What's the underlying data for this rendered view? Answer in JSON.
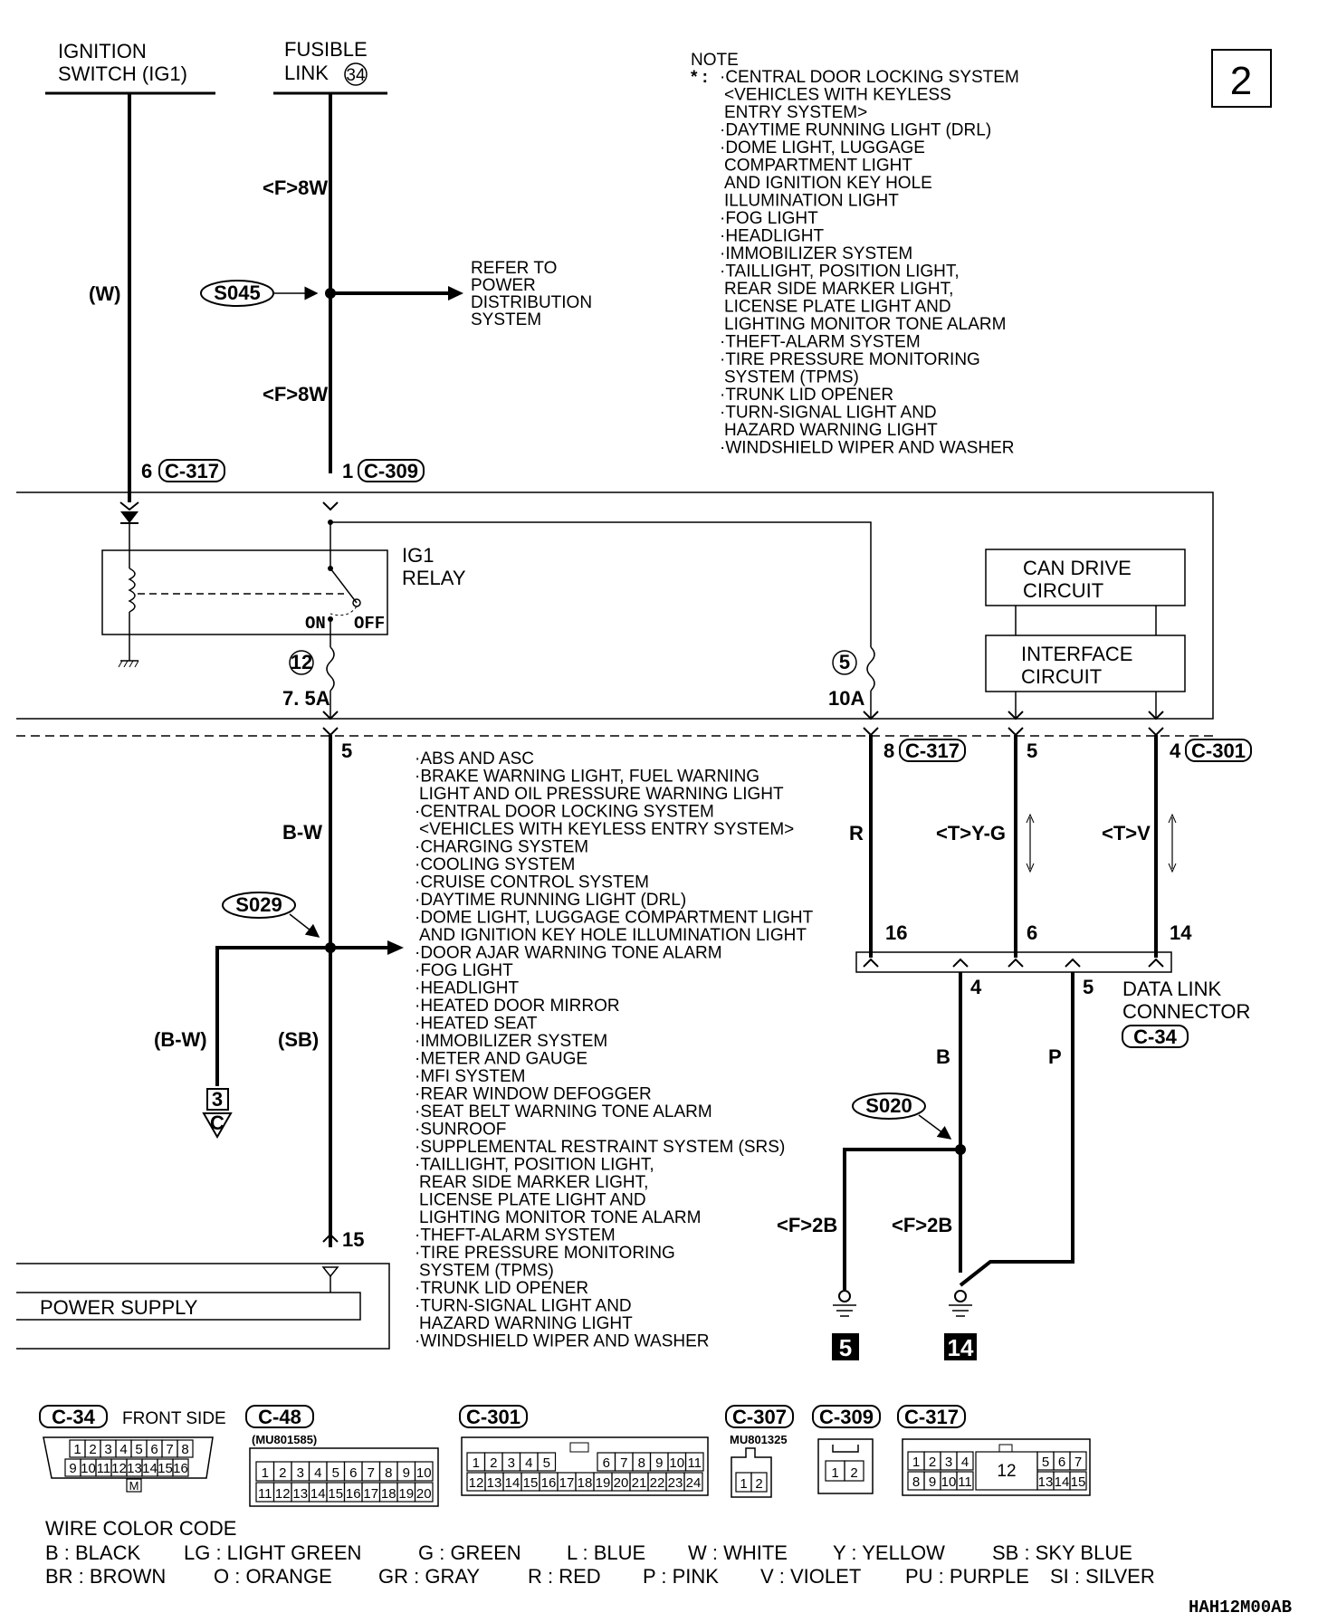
{
  "page_number": "2",
  "sources": {
    "ignition": [
      "IGNITION",
      "SWITCH (IG1)"
    ],
    "fusible": [
      "FUSIBLE",
      "LINK"
    ],
    "fusible_num": "34"
  },
  "wire_labels": {
    "w": "(W)",
    "f8w_top": "<F>8W",
    "f8w_bot": "<F>8W",
    "bw": "B-W",
    "bw_paren": "(B-W)",
    "sb": "(SB)",
    "r": "R",
    "tyg": "<T>Y-G",
    "tv": "<T>V",
    "b": "B",
    "p": "P",
    "f2b_left": "<F>2B",
    "f2b_right": "<F>2B"
  },
  "splices": {
    "s045": "S045",
    "s029": "S029",
    "s020": "S020"
  },
  "refer": [
    "REFER TO",
    "POWER",
    "DISTRIBUTION",
    "SYSTEM"
  ],
  "pins": {
    "p6": "6",
    "c317_a": "C-317",
    "p1": "1",
    "c309": "C-309",
    "p5a": "5",
    "p8": "8",
    "c317_b": "C-317",
    "p5b": "5",
    "p4": "4",
    "c301": "C-301",
    "p16": "16",
    "p6b": "6",
    "p14": "14",
    "p4b": "4",
    "p5c": "5",
    "p15": "15"
  },
  "relay": {
    "name": [
      "IG1",
      "RELAY"
    ],
    "on": "ON",
    "off": "OFF"
  },
  "fuses": {
    "f12": "12",
    "amp12": "7. 5A",
    "f5": "5",
    "amp5": "10A"
  },
  "circuits": {
    "can": [
      "CAN DRIVE",
      "CIRCUIT"
    ],
    "iface": [
      "INTERFACE",
      "CIRCUIT"
    ]
  },
  "dlc": [
    "DATA LINK",
    "CONNECTOR"
  ],
  "dlc_conn": "C-34",
  "ground": {
    "g5": "5",
    "g14": "14"
  },
  "connector_ref": {
    "num": "3",
    "letter": "C"
  },
  "power_supply": "POWER SUPPLY",
  "note": {
    "title": "NOTE",
    "star": "* :",
    "lines": [
      "·CENTRAL DOOR LOCKING SYSTEM",
      "  <VEHICLES WITH KEYLESS",
      "  ENTRY SYSTEM>",
      "·DAYTIME RUNNING LIGHT (DRL)",
      "·DOME LIGHT, LUGGAGE",
      "  COMPARTMENT LIGHT",
      "  AND IGNITION KEY HOLE",
      "  ILLUMINATION LIGHT",
      "·FOG LIGHT",
      "·HEADLIGHT",
      "·IMMOBILIZER SYSTEM",
      "·TAILLIGHT, POSITION LIGHT,",
      "  REAR SIDE MARKER LIGHT,",
      "  LICENSE PLATE LIGHT AND",
      "  LIGHTING MONITOR TONE ALARM",
      "·THEFT-ALARM SYSTEM",
      "·TIRE PRESSURE MONITORING",
      "  SYSTEM (TPMS)",
      "·TRUNK LID OPENER",
      "·TURN-SIGNAL LIGHT AND",
      "  HAZARD WARNING LIGHT",
      "·WINDSHIELD WIPER AND WASHER"
    ]
  },
  "systems": [
    "·ABS AND ASC",
    "·BRAKE WARNING LIGHT, FUEL WARNING",
    "  LIGHT AND OIL PRESSURE WARNING LIGHT",
    "·CENTRAL DOOR LOCKING SYSTEM",
    "  <VEHICLES WITH KEYLESS ENTRY SYSTEM>",
    "·CHARGING SYSTEM",
    "·COOLING SYSTEM",
    "·CRUISE CONTROL SYSTEM",
    "·DAYTIME RUNNING LIGHT (DRL)",
    "·DOME LIGHT, LUGGAGE COMPARTMENT LIGHT",
    "  AND IGNITION KEY HOLE ILLUMINATION LIGHT",
    "·DOOR AJAR WARNING TONE ALARM",
    "·FOG LIGHT",
    "·HEADLIGHT",
    "·HEATED DOOR MIRROR",
    "·HEATED SEAT",
    "·IMMOBILIZER SYSTEM",
    "·METER AND GAUGE",
    "·MFI SYSTEM",
    "·REAR WINDOW DEFOGGER",
    "·SEAT BELT WARNING TONE ALARM",
    "·SUNROOF",
    "·SUPPLEMENTAL RESTRAINT SYSTEM (SRS)",
    "·TAILLIGHT, POSITION LIGHT,",
    "  REAR SIDE MARKER LIGHT,",
    "  LICENSE PLATE LIGHT AND",
    "  LIGHTING MONITOR TONE ALARM",
    "·THEFT-ALARM SYSTEM",
    "·TIRE PRESSURE MONITORING",
    "  SYSTEM (TPMS)",
    "·TRUNK LID OPENER",
    "·TURN-SIGNAL LIGHT AND",
    "  HAZARD WARNING LIGHT",
    "·WINDSHIELD WIPER AND WASHER"
  ],
  "connectors": {
    "c34": {
      "label": "C-34",
      "side": "FRONT SIDE",
      "row1": [
        "1",
        "2",
        "3",
        "4",
        "5",
        "6",
        "7",
        "8"
      ],
      "row2": [
        "9",
        "10",
        "11",
        "12",
        "13",
        "14",
        "15",
        "16"
      ],
      "key": "M"
    },
    "c48": {
      "label": "C-48",
      "part": "(MU801585)",
      "row1": [
        "1",
        "2",
        "3",
        "4",
        "5",
        "6",
        "7",
        "8",
        "9",
        "10"
      ],
      "row2": [
        "11",
        "12",
        "13",
        "14",
        "15",
        "16",
        "17",
        "18",
        "19",
        "20"
      ]
    },
    "c301": {
      "label": "C-301",
      "row1a": [
        "1",
        "2",
        "3",
        "4",
        "5"
      ],
      "row1b": [
        "6",
        "7",
        "8",
        "9",
        "10",
        "11"
      ],
      "row2": [
        "12",
        "13",
        "14",
        "15",
        "16",
        "17",
        "18",
        "19",
        "20",
        "21",
        "22",
        "23",
        "24"
      ]
    },
    "c307": {
      "label": "C-307",
      "part": "MU801325",
      "pins": [
        "1",
        "2"
      ]
    },
    "c309": {
      "label": "C-309",
      "pins": [
        "1",
        "2"
      ]
    },
    "c317": {
      "label": "C-317",
      "row1a": [
        "1",
        "2",
        "3",
        "4"
      ],
      "row1b": [
        "5",
        "6",
        "7"
      ],
      "mid": "12",
      "row2a": [
        "8",
        "9",
        "10",
        "11"
      ],
      "row2b": [
        "13",
        "14",
        "15"
      ]
    }
  },
  "wire_color_code": {
    "title": "WIRE COLOR CODE",
    "row1": [
      "B : BLACK",
      "LG : LIGHT GREEN",
      "G : GREEN",
      "L : BLUE",
      "W : WHITE",
      "Y : YELLOW",
      "SB : SKY BLUE"
    ],
    "row2": [
      "BR : BROWN",
      "O : ORANGE",
      "GR : GRAY",
      "R : RED",
      "P : PINK",
      "V : VIOLET",
      "PU : PURPLE",
      "SI : SILVER"
    ]
  },
  "doc_code": "HAH12M00AB"
}
